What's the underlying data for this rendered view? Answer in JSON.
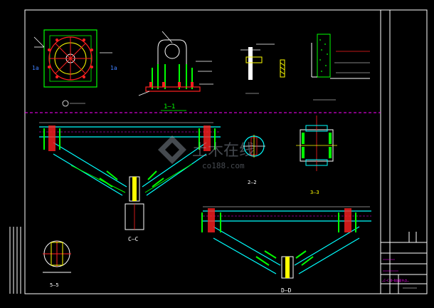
{
  "drawing": {
    "colors": {
      "frame": "#ffffff",
      "green": "#00ff00",
      "red": "#ff2020",
      "yellow": "#ffff00",
      "cyan": "#00ffff",
      "magenta": "#ff00ff",
      "white": "#ffffff",
      "blue": "#4080ff"
    },
    "labels": {
      "section_1_1": "1—1",
      "section_c_c": "C—C",
      "section_d_d": "D—D",
      "section_2_2": "2—2",
      "section_3_3": "3—3",
      "section_5_5": "5—5",
      "mark_1a_left": "1a",
      "mark_1a_right": "1a"
    },
    "watermark": {
      "cn_text": "土木在线",
      "url_text": "co188.com"
    },
    "title_block": {
      "drawing_title": "…C—C D—D剖面节点…"
    }
  }
}
